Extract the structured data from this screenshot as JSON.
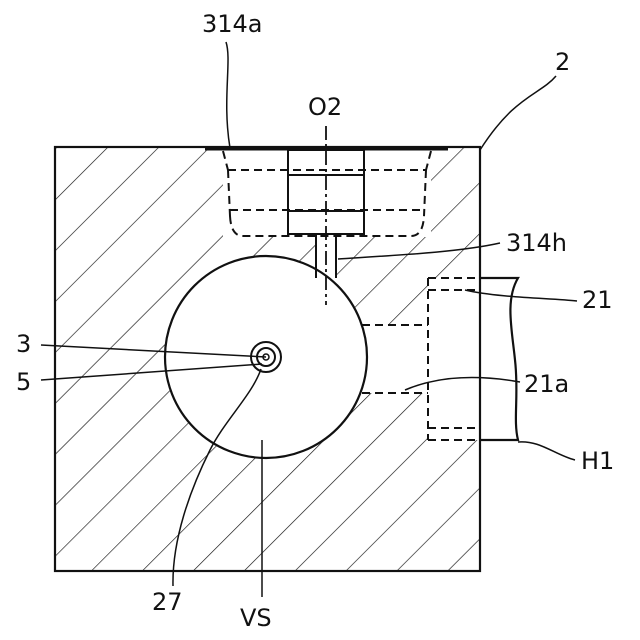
{
  "figure": {
    "labels": {
      "l_314a": "314a",
      "l_2": "2",
      "l_O2": "O2",
      "l_314h": "314h",
      "l_21": "21",
      "l_3": "3",
      "l_5": "5",
      "l_21a": "21a",
      "l_H1": "H1",
      "l_27": "27",
      "l_VS": "VS"
    }
  }
}
